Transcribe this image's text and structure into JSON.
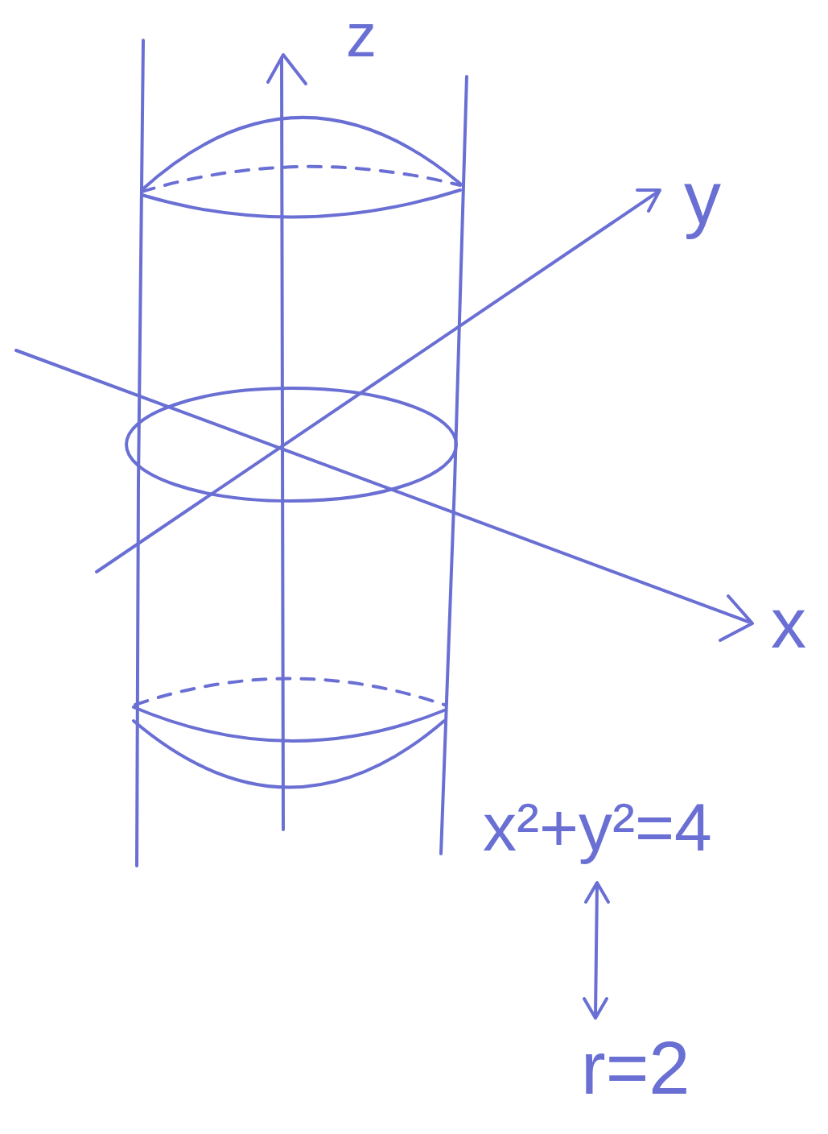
{
  "diagram": {
    "labels": [
      "z",
      "y",
      "x",
      "x²+y²=4",
      "r=2"
    ]
  }
}
